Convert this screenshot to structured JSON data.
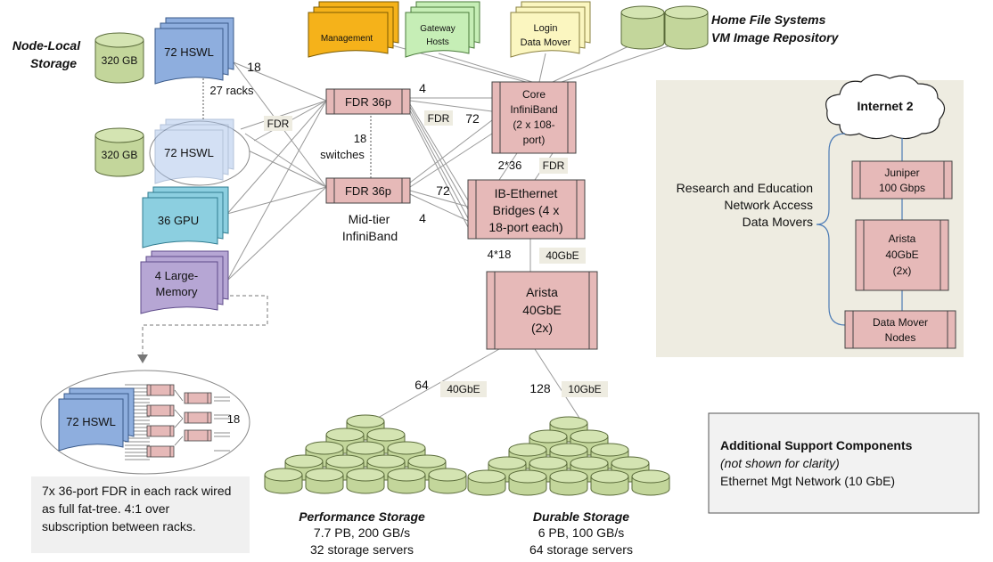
{
  "node_local_storage": {
    "line1": "Node-Local",
    "line2": "Storage"
  },
  "disks": {
    "upper": "320 GB",
    "lower": "320 GB"
  },
  "compute": {
    "hswl_top": "72 HSWL",
    "hswl_mid": "72 HSWL",
    "gpu": "36 GPU",
    "large_memory": {
      "line1": "4 Large-",
      "line2": "Memory"
    },
    "hswl_inset": "72 HSWL"
  },
  "labels": {
    "n18_top": "18",
    "racks": "27 racks",
    "fdr_left": "FDR",
    "fdr_core_left": "FDR",
    "fdr_core_below": "FDR",
    "n4_top": "4",
    "n72_core": "72",
    "switches_18": "18",
    "switches_word": "switches",
    "n72_bridge": "72",
    "n4_bridge": "4",
    "core_2x36": "2*36",
    "bridge_4x18": "4*18",
    "gbe40_bridge": "40GbE",
    "n64": "64",
    "gbe40_perf": "40GbE",
    "n128": "128",
    "gbe10": "10GbE",
    "inset_18": "18"
  },
  "switches": {
    "fdr_top": "FDR 36p",
    "fdr_bottom": "FDR 36p",
    "midtier": {
      "line1": "Mid-tier",
      "line2": "InfiniBand"
    }
  },
  "top_services": {
    "management": "Management",
    "gateway": {
      "line1": "Gateway",
      "line2": "Hosts"
    },
    "login": {
      "line1": "Login",
      "line2": "Data Mover"
    }
  },
  "home_fs": {
    "line1": "Home File Systems",
    "line2": "VM Image Repository"
  },
  "core_ib": {
    "line1": "Core",
    "line2": "InfiniBand",
    "line3": "(2 x 108-",
    "line4": "port)"
  },
  "bridges": {
    "line1": "IB-Ethernet",
    "line2": "Bridges (4 x",
    "line3": "18-port each)"
  },
  "arista_center": {
    "line1": "Arista",
    "line2": "40GbE",
    "line3": "(2x)"
  },
  "rne": {
    "internet": "Internet 2",
    "juniper": {
      "line1": "Juniper",
      "line2": "100 Gbps"
    },
    "arista": {
      "line1": "Arista",
      "line2": "40GbE",
      "line3": "(2x)"
    },
    "data_mover": {
      "line1": "Data Mover",
      "line2": "Nodes"
    },
    "side": {
      "line1": "Research and Education",
      "line2": "Network Access",
      "line3": "Data Movers"
    }
  },
  "inset_note": {
    "line1": "7x 36-port FDR in each rack wired",
    "line2": "as full fat-tree. 4:1 over",
    "line3": "subscription between racks."
  },
  "perf_storage": {
    "title": "Performance Storage",
    "line1": "7.7 PB, 200 GB/s",
    "line2": "32 storage servers"
  },
  "durable_storage": {
    "title": "Durable Storage",
    "line1": "6 PB, 100 GB/s",
    "line2": "64 storage servers"
  },
  "support": {
    "title": "Additional Support Components",
    "note": "(not shown for clarity)",
    "item": "Ethernet Mgt Network  (10 GbE)"
  },
  "colors": {
    "compute_blue": "#8eaede",
    "gpu_cyan": "#8ccfe0",
    "memory_purple": "#b6a6d4",
    "disk_green": "#c3d69b",
    "switch_pink": "#e6b9b8",
    "management_orange": "#f5b21a",
    "gateway_green": "#c6eeb6",
    "login_yellow": "#fbf6c0",
    "panel_beige": "#eeece1",
    "note_gray": "#f0f0f0"
  }
}
